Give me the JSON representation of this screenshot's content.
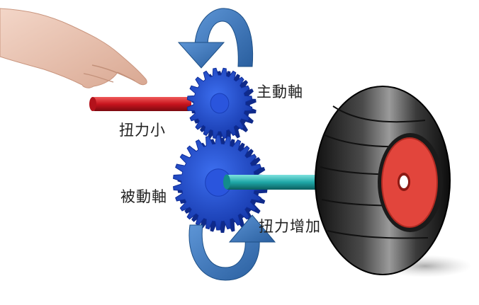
{
  "labels": {
    "input_torque": "扭力小",
    "drive_shaft": "主動軸",
    "driven_shaft": "被動軸",
    "output_torque": "扭力增加"
  },
  "colors": {
    "gear_blue": "#1f4fd6",
    "arrow_blue": "#3a74b8",
    "input_shaft_red": "#d21f2a",
    "output_shaft_teal": "#1fa7a7",
    "tire_black": "#1a1a1a",
    "rim_red": "#e2453c"
  },
  "icons": {
    "hand": "hand-icon",
    "rotation_top": "rotation-arrow-counterclockwise-icon",
    "rotation_bottom": "rotation-arrow-clockwise-icon",
    "wheel": "wheel-icon"
  }
}
